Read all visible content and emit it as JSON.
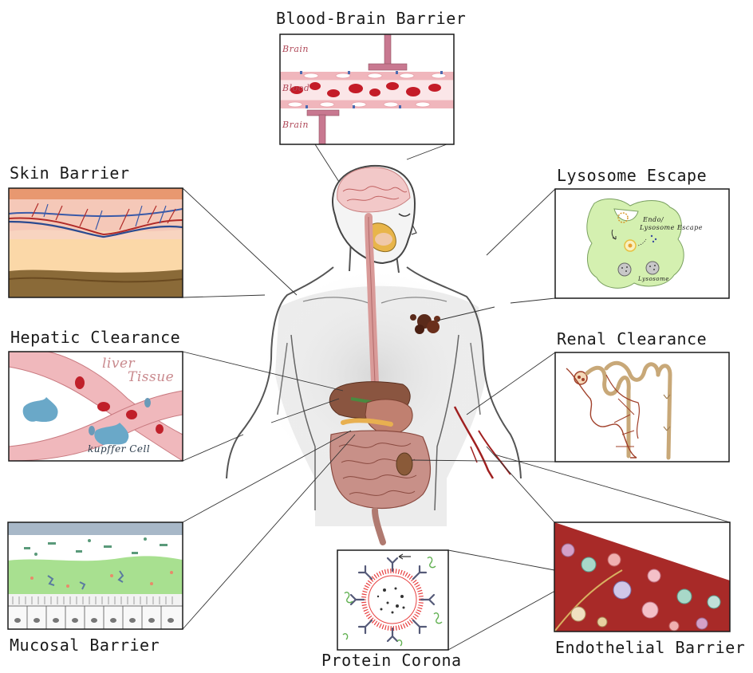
{
  "colors": {
    "blood_vessel": "#e8aab0",
    "blood_cell": "#c0202a",
    "brain_label": "#b04a5a",
    "tissue_dark": "#8a6330",
    "liver_tissue": "#c98a8e",
    "lysosome_cell": "#d8f0b8",
    "endothelial_bg": "#a82a28",
    "mucosa_green": "#9ed88a",
    "kidney_tubule": "#c8a878"
  },
  "panels": {
    "bbb": {
      "title": "Blood-Brain Barrier",
      "brain_top": "Brain",
      "blood": "Blood",
      "brain_bottom": "Brain"
    },
    "skin": {
      "title": "Skin Barrier"
    },
    "hepatic": {
      "title": "Hepatic Clearance",
      "tissue_line1": "liver",
      "tissue_line2": "Tissue",
      "kupffer": "kupffer Cell"
    },
    "mucosal": {
      "title": "Mucosal Barrier"
    },
    "lysosome": {
      "title": "Lysosome Escape",
      "endo_line1": "Endo/",
      "endo_line2": "Lysosome Escape",
      "lysosome_label": "Lysosome"
    },
    "renal": {
      "title": "Renal Clearance"
    },
    "endothelial": {
      "title": "Endothelial Barrier"
    },
    "corona": {
      "title": "Protein Corona"
    }
  }
}
